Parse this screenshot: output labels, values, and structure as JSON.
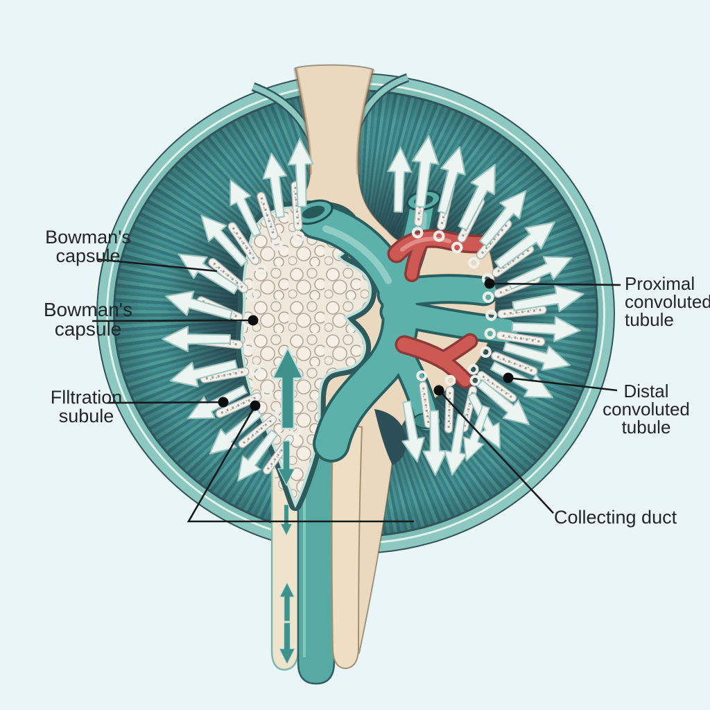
{
  "figure": {
    "type": "anatomical-diagram",
    "subject_shown": "Kidney cross-section with nephron structures and flow arrows"
  },
  "labels": {
    "bowmans_capsule_1": {
      "line1": "Bowman's",
      "line2": "capsule"
    },
    "bowmans_capsule_2": {
      "line1": "Bowman's",
      "line2": "capsule"
    },
    "filtration_subule": {
      "line1": "Flltration",
      "line2": "subule"
    },
    "proximal_convoluted_tubule": {
      "line1": "Proximal",
      "line2": "convoluted",
      "line3": "tubule"
    },
    "distal_convoluted_tubule": {
      "line1": "Distal",
      "line2": "convoluted",
      "line3": "tubule"
    },
    "collecting_duct": {
      "text": "Collecting duct"
    }
  },
  "palette": {
    "background": "#eaf5f7",
    "cortex_teal": "#4e9a99",
    "medulla_dark": "#2c4a52",
    "rim_light_teal": "#8cc8c0",
    "vessel_teal": "#5cb1aa",
    "vessel_red": "#cd5955",
    "pelvis_beige": "#ead9bf",
    "arrow_white": "#ecf5f1",
    "flow_arrow_teal": "#3f918c",
    "label_text": "#212629",
    "leader_line": "#17191b"
  }
}
